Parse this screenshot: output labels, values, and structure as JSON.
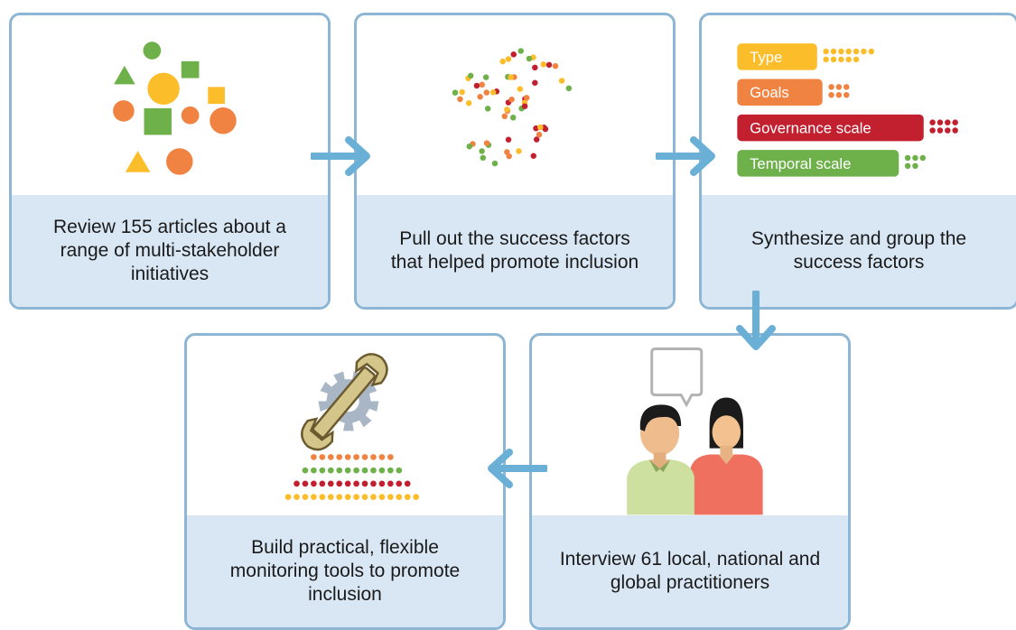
{
  "steps": [
    {
      "id": 1,
      "caption": "Review 155 articles about a range of multi-stakeholder initiatives"
    },
    {
      "id": 2,
      "caption": "Pull out the success factors that helped promote inclusion"
    },
    {
      "id": 3,
      "caption": "Synthesize and group the success factors"
    },
    {
      "id": 4,
      "caption": "Interview 61 local, national and global practitioners"
    },
    {
      "id": 5,
      "caption": "Build practical, flexible monitoring tools to promote inclusion"
    }
  ],
  "factor_groups": [
    {
      "label": "Type",
      "color": "#fbbd2a"
    },
    {
      "label": "Goals",
      "color": "#f08342"
    },
    {
      "label": "Governance scale",
      "color": "#c3202f"
    },
    {
      "label": "Temporal scale",
      "color": "#6eb14a"
    }
  ],
  "colors": {
    "card_border": "#8db6d4",
    "caption_bg": "#d9e7f5",
    "arrow": "#6aafd6",
    "green": "#6eb14a",
    "yellow": "#fbbd2a",
    "orange": "#f08342",
    "red": "#c3202f"
  },
  "icons": [
    "shapes-icon",
    "scattered-dots-icon",
    "grouped-bars-icon",
    "speech-bubble-icon",
    "people-icon",
    "wrench-icon",
    "gear-icon",
    "stacked-dots-icon"
  ]
}
